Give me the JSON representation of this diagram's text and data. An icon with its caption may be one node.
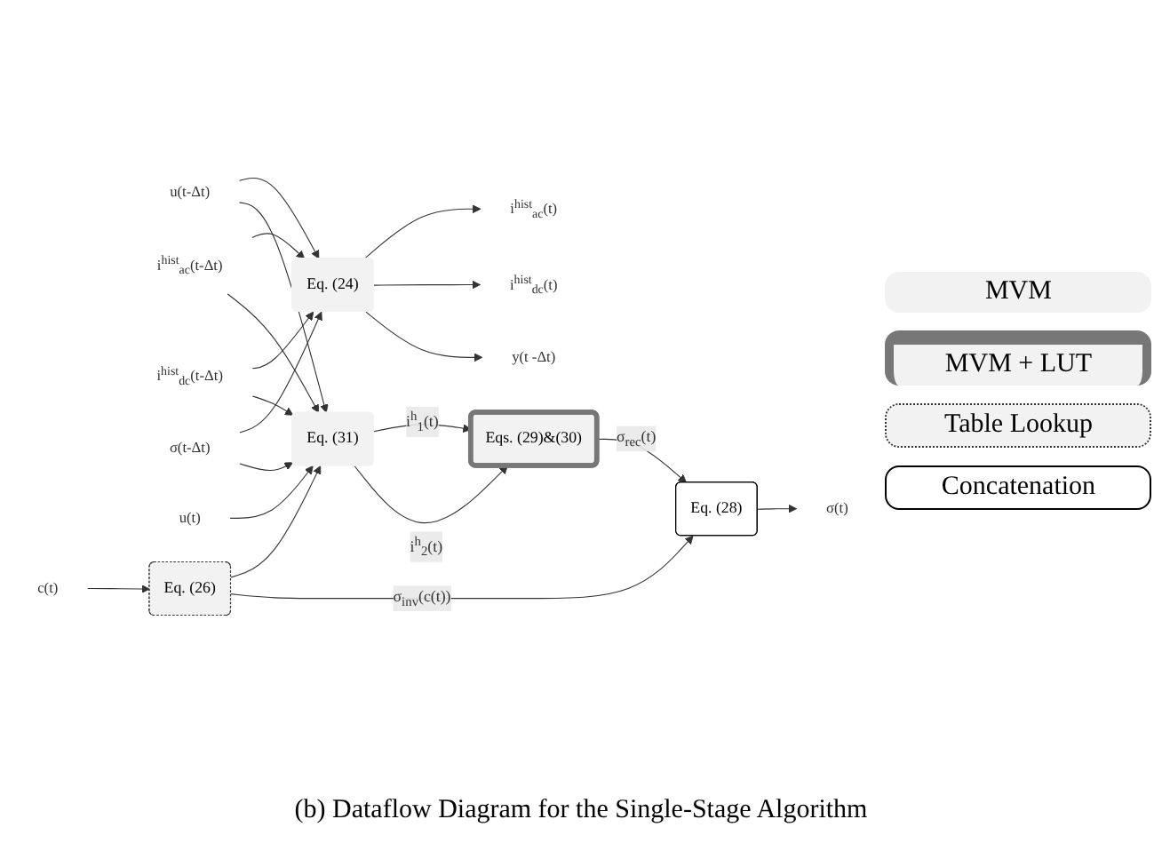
{
  "diagram": {
    "caption": "(b) Dataflow Diagram for the Single-Stage Algorithm",
    "nodes": [
      {
        "text": [
          "u(t-Δt)"
        ]
      },
      {
        "text": [
          "i$^{hist}$$_{ac}$(t-Δt)"
        ]
      },
      {
        "text": [
          "i$^{hist}$$_{dc}$(t-Δt)"
        ]
      },
      {
        "text": [
          "σ(t-Δt)"
        ]
      },
      {
        "text": [
          "u(t)"
        ]
      },
      {
        "text": [
          "c(t)"
        ]
      },
      {
        "text": [
          "Eq. (31)"
        ]
      },
      {
        "text": [
          "Eq. (24)"
        ]
      },
      {
        "text": [
          "Eqs. (29)&(30)"
        ]
      },
      {
        "text": [
          "Eq. (26)"
        ]
      },
      {
        "text": [
          "Eq. (28)"
        ]
      },
      {
        "text": [
          "i$^{hist}$$_{ac}$(t)"
        ]
      },
      {
        "text": [
          "i$^{hist}$$_{dc}$(t)"
        ]
      },
      {
        "text": [
          "y(t -Δt)"
        ]
      },
      {
        "text": [
          "σ(t)"
        ]
      }
    ],
    "edges": [
      {
        "from": 0,
        "to": 7,
        "arrow": "to"
      },
      {
        "from": 1,
        "to": 7,
        "arrow": "to"
      },
      {
        "from": 2,
        "to": 7,
        "arrow": "to"
      },
      {
        "from": 3,
        "to": 7,
        "arrow": "to"
      },
      {
        "from": 7,
        "to": 11,
        "arrow": "to"
      },
      {
        "from": 7,
        "to": 12,
        "arrow": "to"
      },
      {
        "from": 7,
        "to": 13,
        "arrow": "to"
      },
      {
        "from": 0,
        "to": 6,
        "arrow": "to"
      },
      {
        "from": 1,
        "to": 6,
        "arrow": "to"
      },
      {
        "from": 2,
        "to": 6,
        "arrow": "to"
      },
      {
        "from": 3,
        "to": 6,
        "arrow": "to"
      },
      {
        "from": 6,
        "to": 8,
        "arrow": "to",
        "label": "i$^{h}$$_{1}$(t)"
      },
      {
        "from": 6,
        "to": 8,
        "arrow": "to",
        "label": "i$^{h}$$_{2}$(t)"
      },
      {
        "from": 4,
        "to": 6,
        "arrow": "to"
      },
      {
        "from": 8,
        "to": 10,
        "arrow": "to",
        "label": "σ$_{rec}$(t)"
      },
      {
        "from": 10,
        "to": 14,
        "arrow": "to"
      },
      {
        "from": 5,
        "to": 9,
        "arrow": "to"
      },
      {
        "from": 9,
        "to": 6,
        "arrow": "to"
      },
      {
        "from": 9,
        "to": 10,
        "arrow": "to",
        "label": "σ$_{inv}$(c(t))"
      }
    ],
    "legend": [
      {
        "text": "MVM",
        "color": "#f2f2f2"
      },
      {
        "text": "MVM + LUT"
      },
      {
        "text": "Table Lookup"
      },
      {
        "text": "Concatenation"
      }
    ]
  }
}
